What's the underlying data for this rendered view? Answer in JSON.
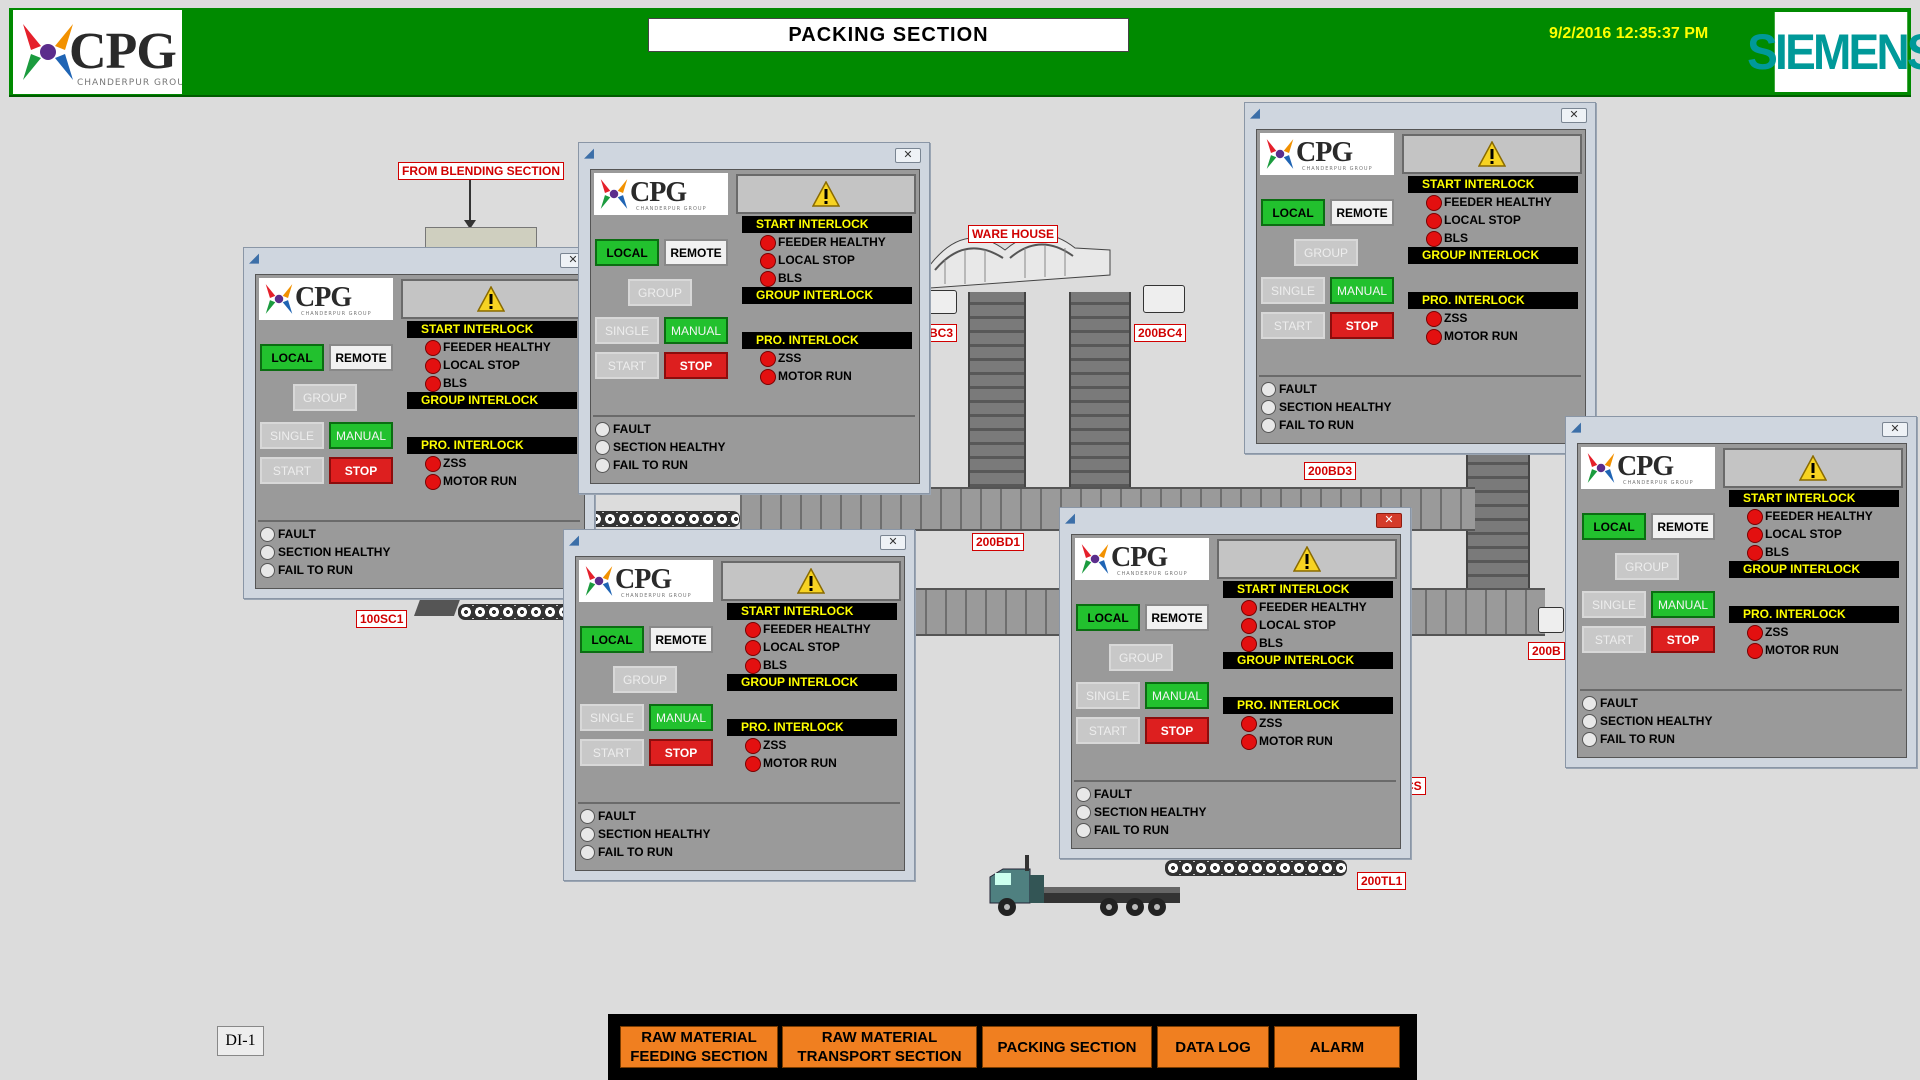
{
  "header": {
    "title": "PACKING SECTION",
    "datetime": "9/2/2016 12:35:37 PM",
    "brand_right": "SIEMENS",
    "logo_text": "CPG",
    "logo_sub": "CHANDERPUR GROUP"
  },
  "colors": {
    "header_bg": "#008a00",
    "datetime": "#ffff00",
    "siemens": "#009999",
    "tag_red": "#d00000",
    "button_green": "#22c12e",
    "button_red": "#dd1f1f",
    "nav_orange": "#f07f20"
  },
  "plant_tags": {
    "from_blending": "FROM BLENDING SECTION",
    "ware_house": "WARE HOUSE",
    "t_200bc3": "BC3",
    "t_200bc4": "200BC4",
    "t_200bd3": "200BD3",
    "t_200bd1": "200BD1",
    "t_100sc1": "100SC1",
    "t_200b": "200B",
    "t_cs": "CS",
    "t_200tl1": "200TL1"
  },
  "faceplate": {
    "local": "LOCAL",
    "remote": "REMOTE",
    "group": "GROUP",
    "single": "SINGLE",
    "manual": "MANUAL",
    "start": "START",
    "stop": "STOP",
    "start_interlock": "START INTERLOCK",
    "feeder_healthy": "FEEDER HEALTHY",
    "local_stop": "LOCAL STOP",
    "bls": "BLS",
    "group_interlock": "GROUP INTERLOCK",
    "pro_interlock": "PRO. INTERLOCK",
    "zss": "ZSS",
    "motor_run": "MOTOR RUN",
    "fault": "FAULT",
    "section_healthy": "SECTION HEALTHY",
    "fail_to_run": "FAIL TO RUN",
    "close_glyph": "✕",
    "warning_icon": "warning-triangle-icon",
    "window_icon": "wincc-window-icon"
  },
  "nav": {
    "raw_feeding": "RAW MATERIAL FEEDING SECTION",
    "raw_transport": "RAW MATERIAL TRANSPORT SECTION",
    "packing": "PACKING SECTION",
    "data_log": "DATA LOG",
    "alarm": "ALARM"
  },
  "di_label": "DI-1"
}
